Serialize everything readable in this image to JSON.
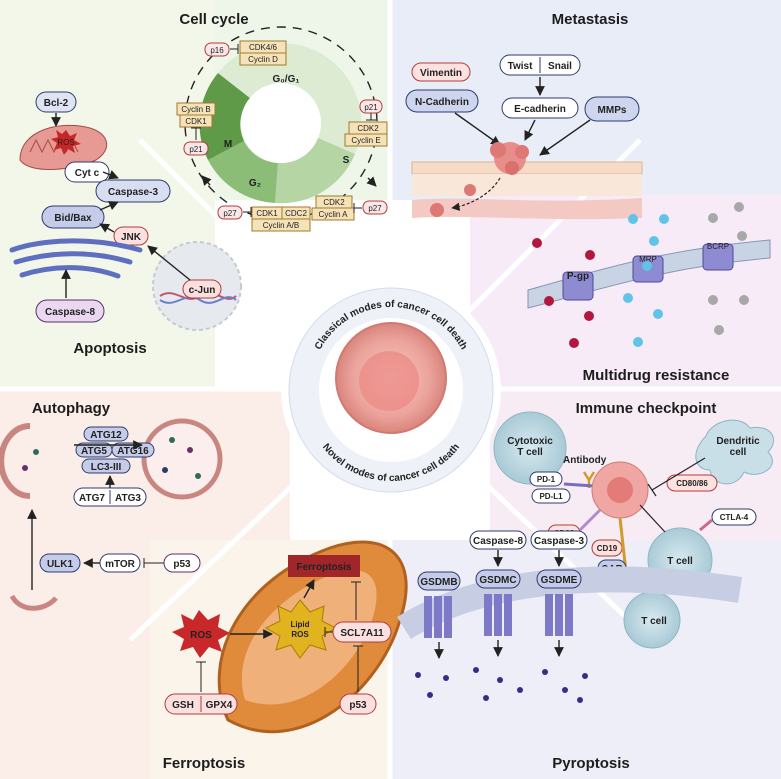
{
  "center": {
    "top_text": "Classical modes of cancer cell death",
    "bottom_text": "Novel modes of cancer cell death"
  },
  "panels": {
    "cell_cycle": {
      "title": "Cell cycle",
      "phases": {
        "g0g1": "G₀/G₁",
        "s": "S",
        "g2": "G₂",
        "m": "M"
      },
      "labels": {
        "p16": "p16",
        "cdk46": "CDK4/6",
        "cyclin_d": "Cyclin D",
        "p21_right": "p21",
        "cdk2_e": "CDK2",
        "cyclin_e": "Cyclin E",
        "cdk2_a": "CDK2",
        "cyclin_a": "Cyclin A",
        "p27_right": "p27",
        "cdk1": "CDK1",
        "cdc2": "CDC2",
        "cyclin_ab": "Cyclin A/B",
        "p27_left": "p27",
        "cyclin_b": "Cyclin B",
        "cdk1_b": "CDK1",
        "p21_left": "p21"
      }
    },
    "metastasis": {
      "title": "Metastasis",
      "labels": {
        "vimentin": "Vimentin",
        "twist": "Twist",
        "snail": "Snail",
        "n_cadherin": "N-Cadherin",
        "e_cadherin": "E-cadherin",
        "mmps": "MMPs"
      }
    },
    "apoptosis": {
      "title": "Apoptosis",
      "labels": {
        "bcl2": "Bcl-2",
        "ros": "ROS",
        "cytc": "Cyt c",
        "caspase3": "Caspase-3",
        "bidbax": "Bid/Bax",
        "jnk": "JNK",
        "caspase8": "Caspase-8",
        "cjun": "c-Jun"
      }
    },
    "mdr": {
      "title": "Multidrug resistance",
      "labels": {
        "pgp": "P-gp",
        "mrp": "MRP",
        "bcrp": "BCRP"
      }
    },
    "autophagy": {
      "title": "Autophagy",
      "labels": {
        "atg12": "ATG12",
        "atg5": "ATG5",
        "atg16": "ATG16",
        "lc3": "LC3-III",
        "atg7": "ATG7",
        "atg3": "ATG3",
        "ulk1": "ULK1",
        "mtor": "mTOR",
        "p53": "p53"
      }
    },
    "immune": {
      "title": "Immune checkpoint",
      "labels": {
        "cytotoxic": "Cytotoxic\nT cell",
        "antibody": "Antibody",
        "dendritic": "Dendritic\ncell",
        "pd1": "PD-1",
        "pdl1": "PD-L1",
        "cd8086": "CD80/86",
        "ctla4": "CTLA-4",
        "cd38": "CD38",
        "cd19": "CD19",
        "car": "CAR",
        "tcell1": "T cell",
        "tcell2": "T cell"
      }
    },
    "ferroptosis": {
      "title": "Ferroptosis",
      "labels": {
        "ferroptosis_box": "Ferroptosis",
        "ros": "ROS",
        "lipid_ros": "Lipid\nROS",
        "scl7a11": "SCL7A11",
        "gsh": "GSH",
        "gpx4": "GPX4",
        "p53": "p53"
      }
    },
    "pyroptosis": {
      "title": "Pyroptosis",
      "labels": {
        "caspase8": "Caspase-8",
        "caspase3": "Caspase-3",
        "gsdmb": "GSDMB",
        "gsdmc": "GSDMC",
        "gsdme": "GSDME"
      }
    }
  },
  "colors": {
    "cellcycle_bg": "#eef6ea",
    "metastasis_bg": "#e9edf8",
    "apoptosis_bg": "#f3f7ea",
    "mdr_bg": "#f6ebf6",
    "autophagy_bg": "#fbeee8",
    "immune_bg": "#f7ecf4",
    "ferroptosis_bg": "#fbf4ea",
    "pyroptosis_bg": "#eeeef8"
  }
}
